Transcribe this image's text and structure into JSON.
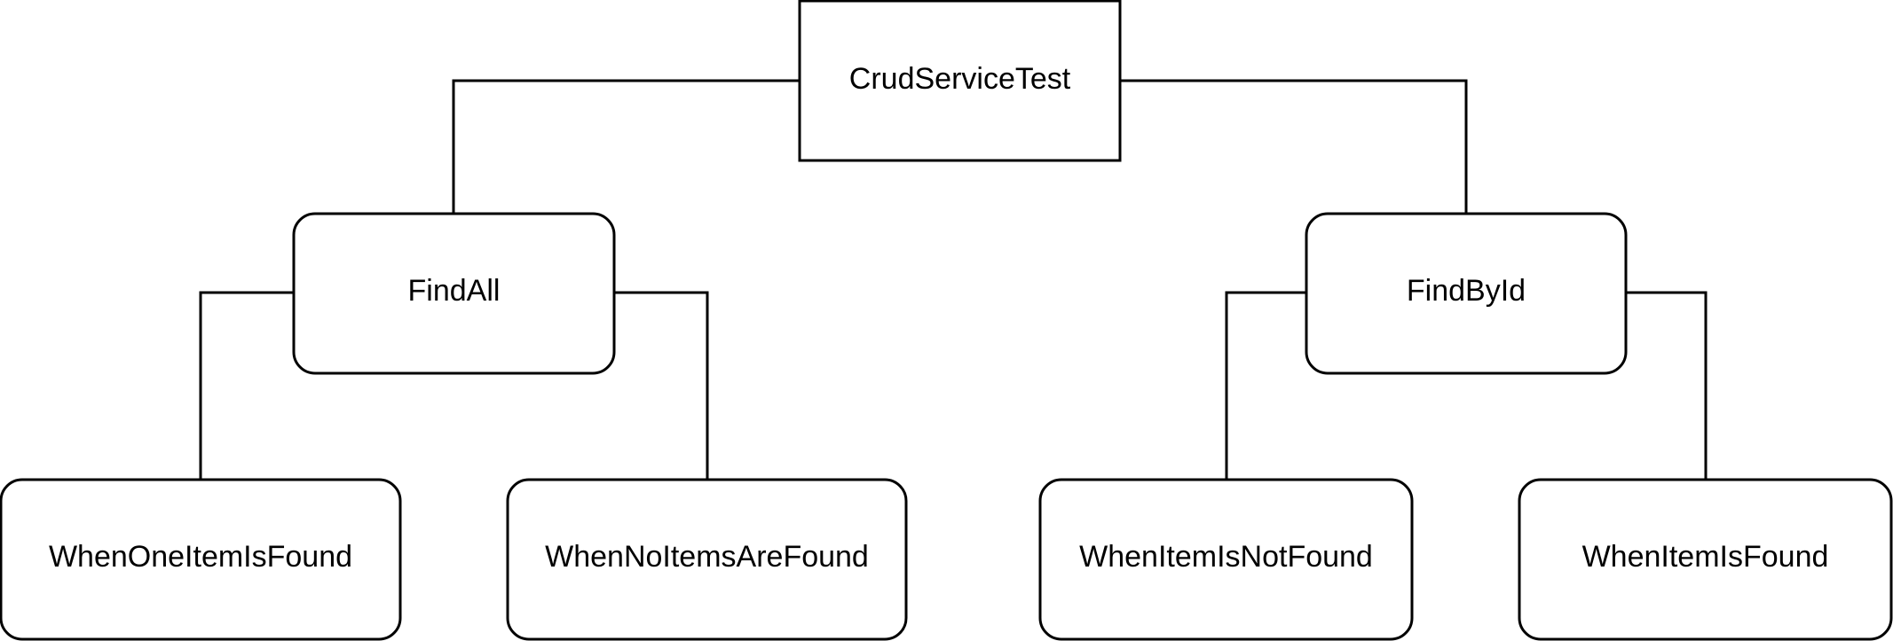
{
  "nodes": {
    "root": "CrudServiceTest",
    "find_all": "FindAll",
    "find_by_id": "FindById",
    "when_one_item_is_found": "WhenOneItemIsFound",
    "when_no_items_are_found": "WhenNoItemsAreFound",
    "when_item_is_not_found": "WhenItemIsNotFound",
    "when_item_is_found": "WhenItemIsFound"
  },
  "colors": {
    "stroke": "#000000",
    "fill": "#ffffff",
    "text": "#000000"
  }
}
